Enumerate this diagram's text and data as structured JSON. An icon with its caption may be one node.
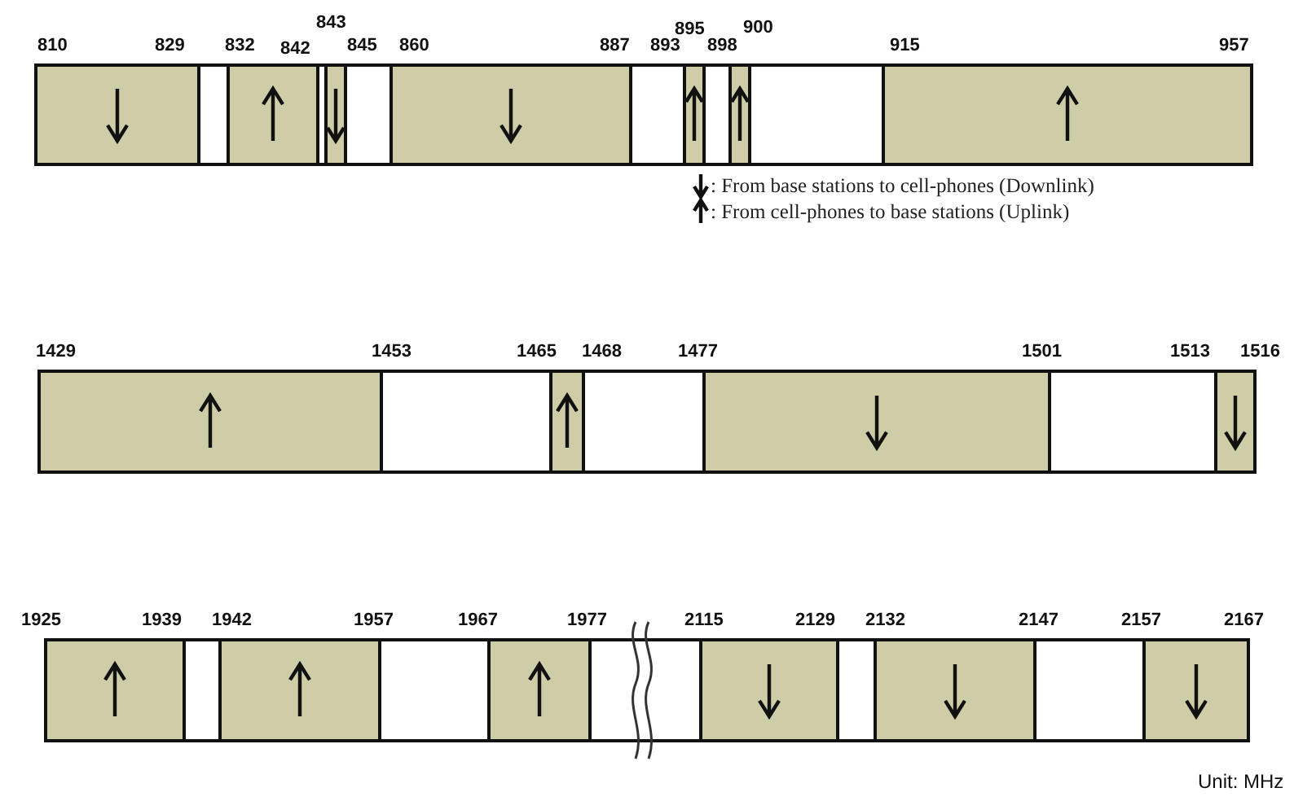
{
  "diagram": {
    "labels": [
      "810",
      "829",
      "832",
      "842",
      "843",
      "845",
      "860",
      "887",
      "893",
      "895",
      "898",
      "900",
      "915",
      "957",
      "1429",
      "1453",
      "1465",
      "1468",
      "1477",
      "1501",
      "1513",
      "1516",
      "1925",
      "1939",
      "1942",
      "1957",
      "1967",
      "1977",
      "2115",
      "2129",
      "2132",
      "2147",
      "2157",
      "2167",
      "Unit: MHz"
    ],
    "legend": [
      {
        "text": ": From base stations to cell-phones (Downlink)"
      },
      {
        "text": ": From cell-phones to base stations (Uplink)"
      }
    ]
  }
}
